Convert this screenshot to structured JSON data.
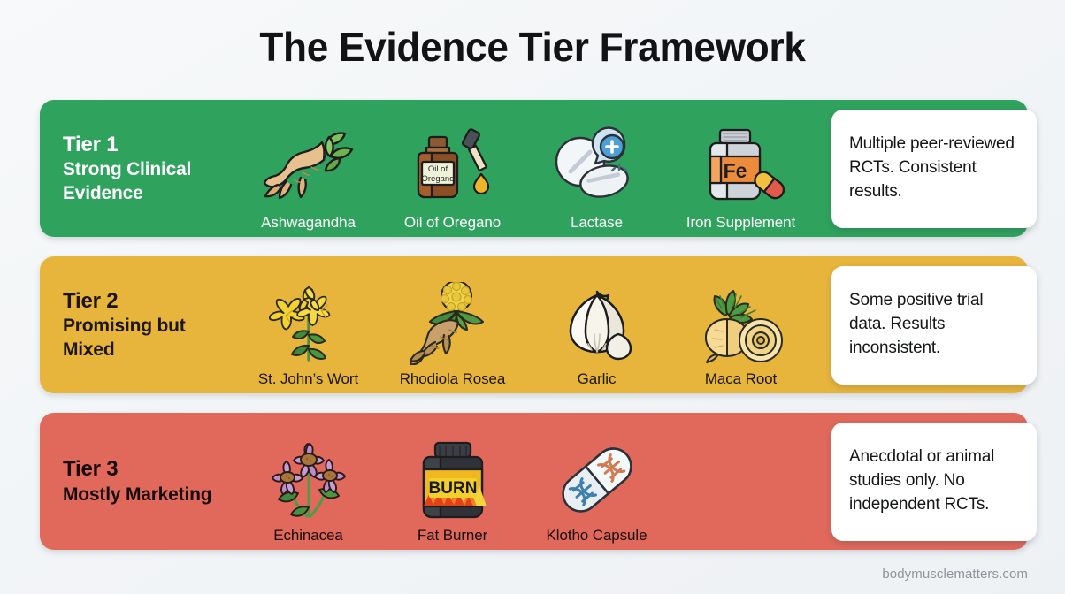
{
  "page": {
    "title": "The Evidence Tier Framework",
    "footer": "bodymusclematters.com",
    "background_color": "#f4f6f8"
  },
  "colors": {
    "tier1": "#2fa35e",
    "tier2": "#e8b53c",
    "tier3": "#e0695c",
    "callout_bg": "#ffffff",
    "title_text": "#111315",
    "footer_text": "#8d959c"
  },
  "tiers": [
    {
      "number": "Tier 1",
      "description": "Strong Clinical Evidence",
      "color": "#2fa35e",
      "callout": "Multiple peer-reviewed RCTs. Consistent results.",
      "items": [
        {
          "label": "Ashwagandha",
          "icon": "ashwagandha-root-icon"
        },
        {
          "label": "Oil of Oregano",
          "icon": "oregano-oil-bottle-icon"
        },
        {
          "label": "Lactase",
          "icon": "lactase-tablets-icon"
        },
        {
          "label": "Iron Supplement",
          "icon": "iron-supplement-bottle-icon"
        }
      ]
    },
    {
      "number": "Tier 2",
      "description": "Promising but Mixed",
      "color": "#e8b53c",
      "callout": "Some positive trial data. Results inconsistent.",
      "items": [
        {
          "label": "St. John’s Wort",
          "icon": "st-johns-wort-flower-icon"
        },
        {
          "label": "Rhodiola Rosea",
          "icon": "rhodiola-root-icon"
        },
        {
          "label": "Garlic",
          "icon": "garlic-bulb-icon"
        },
        {
          "label": "Maca Root",
          "icon": "maca-root-icon"
        }
      ]
    },
    {
      "number": "Tier 3",
      "description": "Mostly Marketing",
      "color": "#e0695c",
      "callout": "Anecdotal or animal studies only. No independent RCTs.",
      "items": [
        {
          "label": "Echinacea",
          "icon": "echinacea-flower-icon"
        },
        {
          "label": "Fat Burner",
          "icon": "fat-burner-bottle-icon"
        },
        {
          "label": "Klotho Capsule",
          "icon": "klotho-dna-capsule-icon"
        }
      ]
    }
  ]
}
